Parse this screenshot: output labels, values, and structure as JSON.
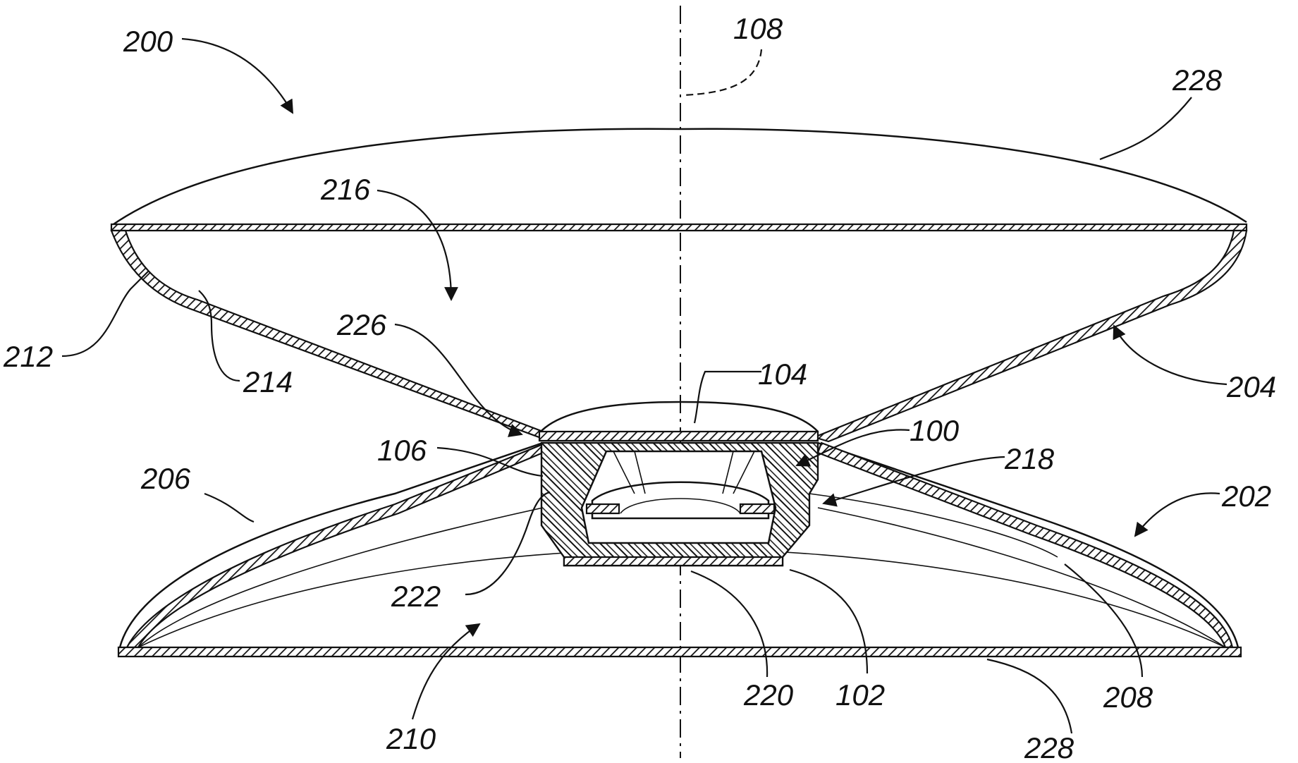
{
  "labels": {
    "l200": "200",
    "l108": "108",
    "l228_top": "228",
    "l216": "216",
    "l212": "212",
    "l214": "214",
    "l226": "226",
    "l104": "104",
    "l204": "204",
    "l100": "100",
    "l106": "106",
    "l218": "218",
    "l206": "206",
    "l202": "202",
    "l222": "222",
    "l210": "210",
    "l220": "220",
    "l102": "102",
    "l208": "208",
    "l228_bottom": "228"
  }
}
